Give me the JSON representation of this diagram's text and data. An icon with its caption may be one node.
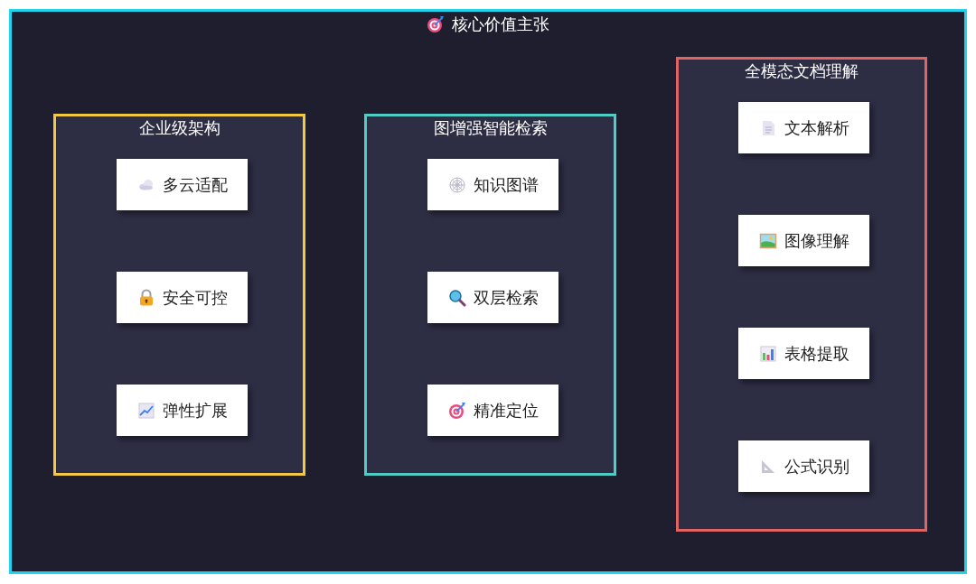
{
  "diagram": {
    "nodes": [
      {
        "text": [
          "核心价值主张"
        ]
      },
      {
        "text": [
          "企业级架构"
        ],
        "in": 0
      },
      {
        "text": [
          "多云适配"
        ],
        "in": 1
      },
      {
        "text": [
          "安全可控"
        ],
        "in": 1
      },
      {
        "text": [
          "弹性扩展"
        ],
        "in": 1
      },
      {
        "text": [
          "图增强智能检索"
        ],
        "in": 0
      },
      {
        "text": [
          "知识图谱"
        ],
        "in": 5
      },
      {
        "text": [
          "双层检索"
        ],
        "in": 5
      },
      {
        "text": [
          "精准定位"
        ],
        "in": 5
      },
      {
        "text": [
          "全模态文档理解"
        ],
        "in": 0
      },
      {
        "text": [
          "文本解析"
        ],
        "in": 9
      },
      {
        "text": [
          "图像理解"
        ],
        "in": 9
      },
      {
        "text": [
          "表格提取"
        ],
        "in": 9
      },
      {
        "text": [
          "公式识别"
        ],
        "in": 9
      }
    ]
  }
}
